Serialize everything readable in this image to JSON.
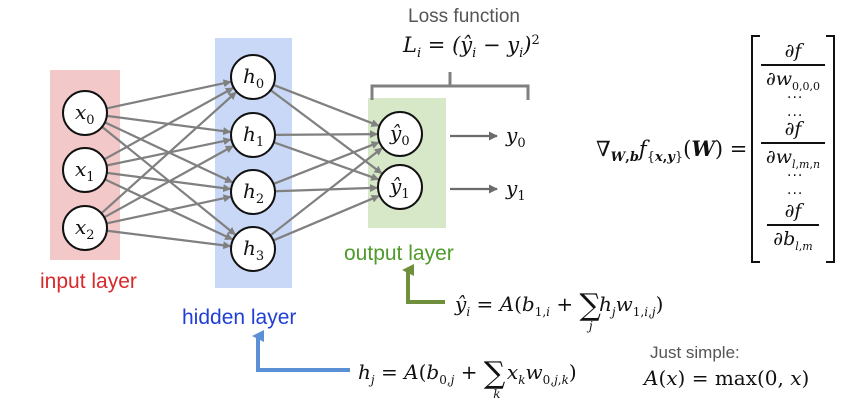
{
  "colors": {
    "input_layer": "#f2c8c8",
    "hidden_layer": "#c8d8f6",
    "output_layer": "#d6e8c8",
    "input_label": "#d9292b",
    "hidden_label": "#1f3fd6",
    "output_label": "#4e9a2a",
    "connection": "#808080",
    "hidden_arrow": "#5b8fd6",
    "output_arrow": "#6f8f3c"
  },
  "layers": {
    "input": {
      "label": "input layer",
      "nodes": [
        {
          "base": "x",
          "sub": "0"
        },
        {
          "base": "x",
          "sub": "1"
        },
        {
          "base": "x",
          "sub": "2"
        }
      ]
    },
    "hidden": {
      "label": "hidden layer",
      "nodes": [
        {
          "base": "h",
          "sub": "0"
        },
        {
          "base": "h",
          "sub": "1"
        },
        {
          "base": "h",
          "sub": "2"
        },
        {
          "base": "h",
          "sub": "3"
        }
      ]
    },
    "output": {
      "label": "output layer",
      "nodes": [
        {
          "base": "ŷ",
          "sub": "0"
        },
        {
          "base": "ŷ",
          "sub": "1"
        }
      ]
    }
  },
  "targets": [
    {
      "base": "y",
      "sub": "0"
    },
    {
      "base": "y",
      "sub": "1"
    }
  ],
  "loss": {
    "title": "Loss function",
    "formula": "L_i = (ŷ_i − y_i)²"
  },
  "equations": {
    "output": "ŷ_i = A(b_{1,i} + Σ_j h_j w_{1,i,j})",
    "hidden": "h_j = A(b_{0,j} + Σ_k x_k w_{0,j,k})"
  },
  "gradient": {
    "lhs": "∇_{W,b} f_{x,y}(W) =",
    "entries": [
      "∂f/∂w_{0,0,0}",
      "∂f/∂w_{l,m,n}",
      "∂f/∂b_{l,m}"
    ]
  },
  "activation": {
    "note": "Just simple:",
    "formula": "A(x) = max(0, x)"
  }
}
